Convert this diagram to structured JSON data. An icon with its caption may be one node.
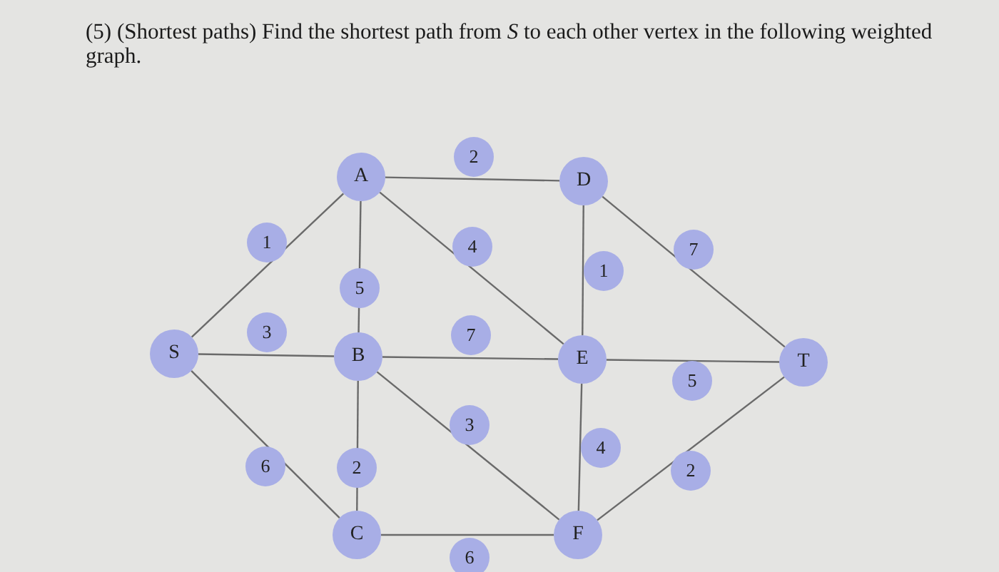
{
  "diagram": {
    "title": "(5) (Shortest paths) Find the shortest path from *S* to each other vertex in the following weighted graph.",
    "nodes": [
      {
        "text": [
          "S"
        ]
      },
      {
        "text": [
          "A"
        ]
      },
      {
        "text": [
          "B"
        ]
      },
      {
        "text": [
          "C"
        ]
      },
      {
        "text": [
          "D"
        ]
      },
      {
        "text": [
          "E"
        ]
      },
      {
        "text": [
          "F"
        ]
      },
      {
        "text": [
          "T"
        ]
      }
    ],
    "edges": [
      {
        "from": 0,
        "to": 1,
        "arrow": "none",
        "label": "1"
      },
      {
        "from": 0,
        "to": 2,
        "arrow": "none",
        "label": "3"
      },
      {
        "from": 0,
        "to": 3,
        "arrow": "none",
        "label": "6"
      },
      {
        "from": 1,
        "to": 2,
        "arrow": "none",
        "label": "5"
      },
      {
        "from": 1,
        "to": 4,
        "arrow": "none",
        "label": "2"
      },
      {
        "from": 1,
        "to": 5,
        "arrow": "none",
        "label": "4"
      },
      {
        "from": 2,
        "to": 5,
        "arrow": "none",
        "label": "7"
      },
      {
        "from": 2,
        "to": 3,
        "arrow": "none",
        "label": "2"
      },
      {
        "from": 2,
        "to": 6,
        "arrow": "none",
        "label": "3"
      },
      {
        "from": 3,
        "to": 6,
        "arrow": "none",
        "label": "6"
      },
      {
        "from": 4,
        "to": 5,
        "arrow": "none",
        "label": "1"
      },
      {
        "from": 4,
        "to": 7,
        "arrow": "none",
        "label": "7"
      },
      {
        "from": 5,
        "to": 7,
        "arrow": "none",
        "label": "5"
      },
      {
        "from": 5,
        "to": 6,
        "arrow": "none",
        "label": "4"
      },
      {
        "from": 6,
        "to": 7,
        "arrow": "none",
        "label": "2"
      }
    ]
  }
}
